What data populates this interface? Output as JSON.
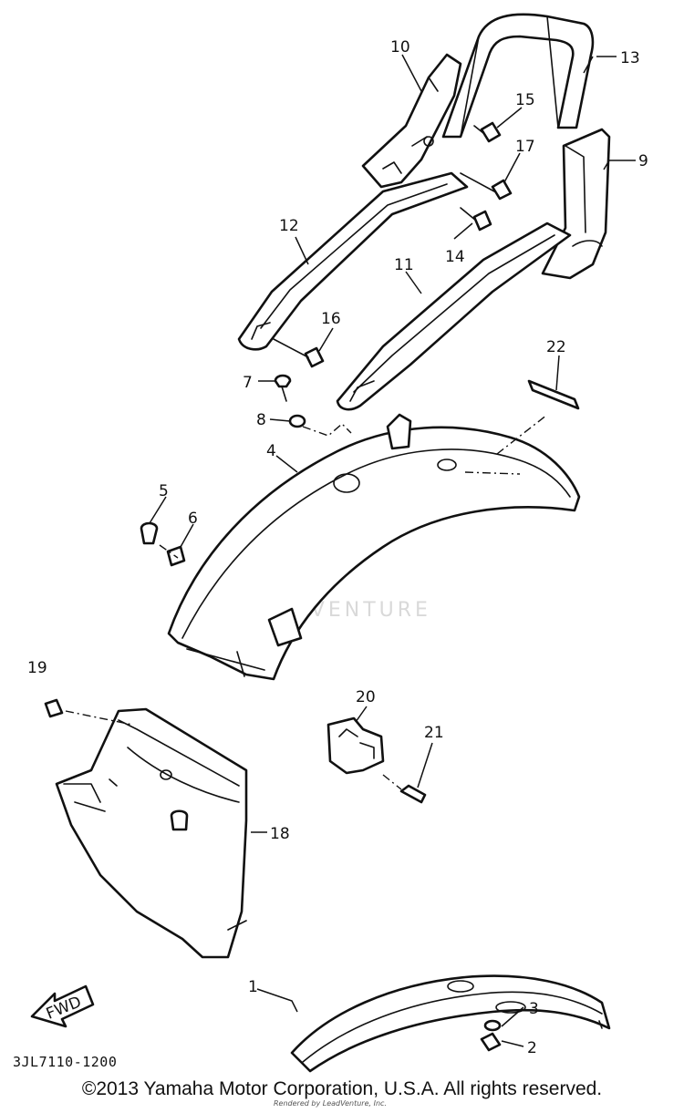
{
  "diagram": {
    "parts": [
      {
        "num": "1",
        "name": "front-fender"
      },
      {
        "num": "2",
        "name": "bolt"
      },
      {
        "num": "3",
        "name": "washer"
      },
      {
        "num": "4",
        "name": "rear-fender"
      },
      {
        "num": "5",
        "name": "bolt"
      },
      {
        "num": "6",
        "name": "nut"
      },
      {
        "num": "7",
        "name": "bolt"
      },
      {
        "num": "8",
        "name": "nut"
      },
      {
        "num": "9",
        "name": "grab-bar-bracket"
      },
      {
        "num": "10",
        "name": "grab-bar-bracket"
      },
      {
        "num": "11",
        "name": "grab-bar-stay"
      },
      {
        "num": "12",
        "name": "grab-bar-stay"
      },
      {
        "num": "13",
        "name": "grab-bar"
      },
      {
        "num": "14",
        "name": "bolt"
      },
      {
        "num": "15",
        "name": "bolt"
      },
      {
        "num": "16",
        "name": "bolt"
      },
      {
        "num": "17",
        "name": "bolt"
      },
      {
        "num": "18",
        "name": "inner-fender"
      },
      {
        "num": "19",
        "name": "bolt"
      },
      {
        "num": "20",
        "name": "bracket"
      },
      {
        "num": "21",
        "name": "screw"
      },
      {
        "num": "22",
        "name": "label"
      }
    ],
    "fwd_label": "FWD",
    "drawing_code": "3JL7110-1200",
    "watermark": "LEADVENTURE"
  },
  "footer": {
    "copyright": "©2013 Yamaha Motor Corporation, U.S.A. All rights reserved.",
    "rendered_by": "Rendered by LeadVenture, Inc."
  }
}
